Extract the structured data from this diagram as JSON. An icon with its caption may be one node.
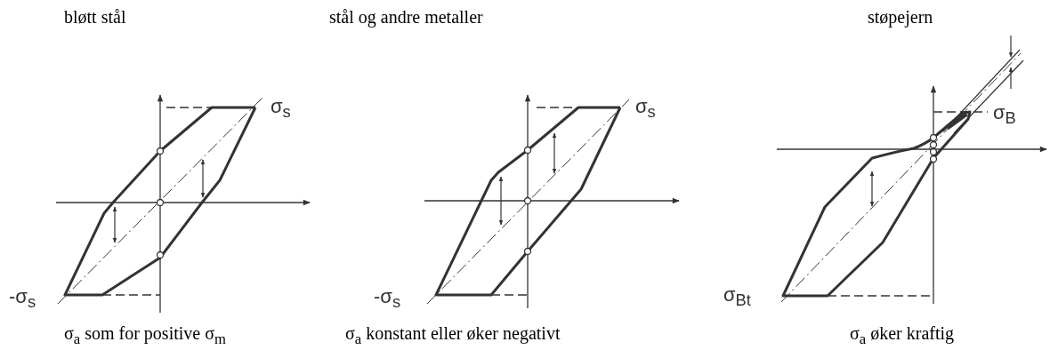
{
  "diagram": {
    "labels": [
      "bløtt stål",
      "stål og andre metaller",
      "støpejern",
      "σ$_{s}$",
      "σ$_{s}$",
      "σ$_{B}$",
      "-σ$_{s}$",
      "-σ$_{s}$",
      "σ$_{Bt}$",
      "σ$_{a}$ som for positive σ$_{m}$",
      "σ$_{a}$ konstant eller øker negativt",
      "σ$_{a}$ øker kraftig"
    ]
  }
}
